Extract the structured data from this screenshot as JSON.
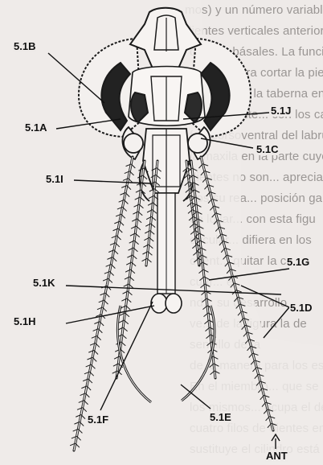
{
  "background_text": [
    "mos) y un número variable de peque",
    "dientes verticales anteriores, o lo de",
    "dientes básales. La función de",
    "dientes para cortar la piel; lejos se ven",
    "lomeras de la taberna en torno a la",
    "manera ante... con los canales y rutas por",
    "fort dorsoventral del labrum. En sen del",
    "la maxila en la parte cuyo dientes de",
    "dientes no son... apreciados lo para que",
    "dos su rea... posición gana",
    "de lo lar... con esta figu",
    "circular... difiera en los",
    "cuent... quitar la con",
    "cuar... el",
    "nd... su desarrollo",
    "ve... de la figura la de",
    "sencillo de la",
    "de la manera para los estas",
    "En el miembro... que se usa la de un",
    "los mismos... ocupa el del mismo",
    "cuatro filos de dientes en los",
    "sustituye el cilindro está dispositivo"
  ],
  "labels": {
    "l_51B": "5.1B",
    "l_51A": "5.1A",
    "l_51J": "5.1J",
    "l_51C": "5.1C",
    "l_51I": "5.1I",
    "l_51G": "5.1G",
    "l_51K": "5.1K",
    "l_51D": "5.1D",
    "l_51H": "5.1H",
    "l_51F": "5.1F",
    "l_51E": "5.1E",
    "l_ANT": "ANT"
  }
}
